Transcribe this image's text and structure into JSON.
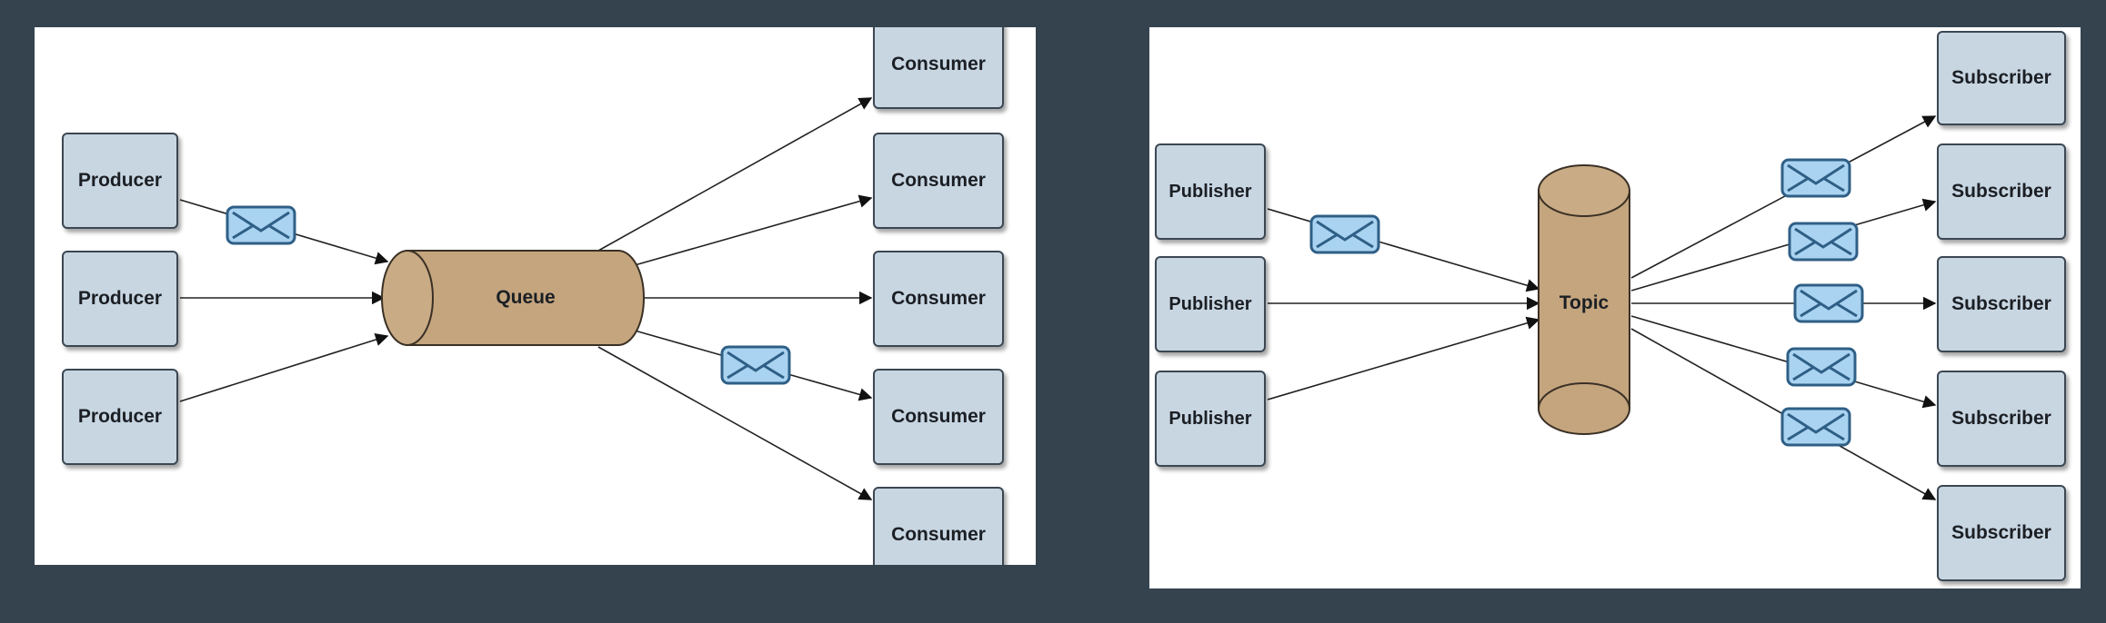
{
  "queue_diagram": {
    "center": "Queue",
    "producers": [
      "Producer",
      "Producer",
      "Producer"
    ],
    "consumers": [
      "Consumer",
      "Consumer",
      "Consumer",
      "Consumer",
      "Consumer"
    ]
  },
  "topic_diagram": {
    "center": "Topic",
    "publishers": [
      "Publisher",
      "Publisher",
      "Publisher"
    ],
    "subscribers": [
      "Subscriber",
      "Subscriber",
      "Subscriber",
      "Subscriber",
      "Subscriber"
    ]
  },
  "colors": {
    "background": "#35434f",
    "node_fill": "#c8d6e2",
    "cylinder_fill": "#c4a57e",
    "envelope_fill": "#a9d3f0"
  }
}
